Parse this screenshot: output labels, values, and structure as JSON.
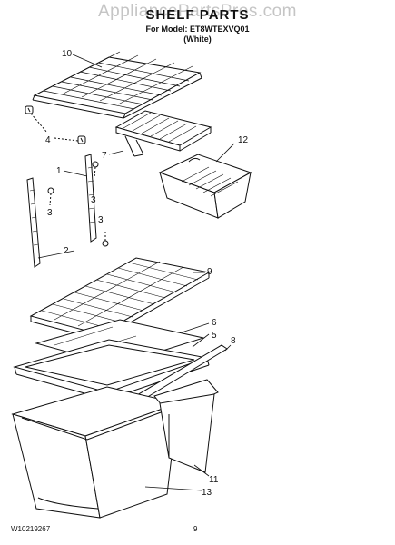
{
  "watermark": "AppliancePartsPros.com",
  "header": {
    "title": "SHELF PARTS",
    "model_line": "For Model: ET8WTEXVQ01",
    "color_line": "(White)"
  },
  "callouts": {
    "c10": "10",
    "c4": "4",
    "c7": "7",
    "c12": "12",
    "c1": "1",
    "c3a": "3",
    "c3b": "3",
    "c3c": "3",
    "c2": "2",
    "c9": "9",
    "c6": "6",
    "c5": "5",
    "c8": "8",
    "c11": "11",
    "c13": "13"
  },
  "footer": {
    "doc_number": "W10219267",
    "page_number": "9"
  },
  "colors": {
    "line": "#111111",
    "watermark": "#969696"
  }
}
